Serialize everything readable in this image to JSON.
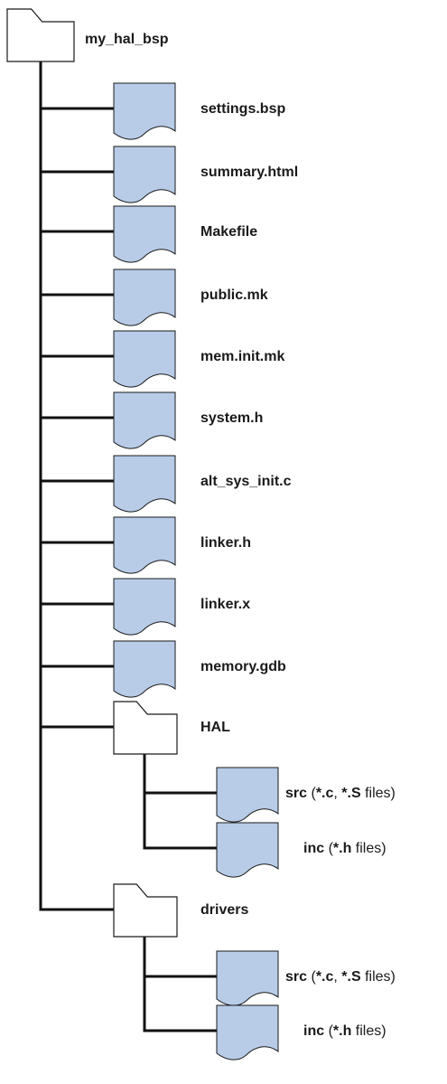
{
  "colors": {
    "file_fill": "#b8cce8",
    "folder_fill": "#ffffff",
    "stroke": "#1a1a1a",
    "branch_line": "#111111"
  },
  "tree": {
    "root": {
      "name": "my_hal_bsp",
      "icon": "folder-icon"
    },
    "files": [
      {
        "name": "settings.bsp",
        "icon": "file-icon"
      },
      {
        "name": "summary.html",
        "icon": "file-icon"
      },
      {
        "name": "Makefile",
        "icon": "file-icon"
      },
      {
        "name": "public.mk",
        "icon": "file-icon"
      },
      {
        "name": "mem.init.mk",
        "icon": "file-icon"
      },
      {
        "name": "system.h",
        "icon": "file-icon"
      },
      {
        "name": "alt_sys_init.c",
        "icon": "file-icon"
      },
      {
        "name": "linker.h",
        "icon": "file-icon"
      },
      {
        "name": "linker.x",
        "icon": "file-icon"
      },
      {
        "name": "memory.gdb",
        "icon": "file-icon"
      }
    ],
    "subfolders": [
      {
        "name": "HAL",
        "icon": "folder-icon",
        "children": [
          {
            "dir": "src",
            "open": " (",
            "ext1": "*.c",
            "sep": ", ",
            "ext2": "*.S",
            "suffix": " files)"
          },
          {
            "dir": "inc",
            "open": " (",
            "ext1": "*.h",
            "suffix": " files)"
          }
        ]
      },
      {
        "name": "drivers",
        "icon": "folder-icon",
        "children": [
          {
            "dir": "src",
            "open": " (",
            "ext1": "*.c",
            "sep": ", ",
            "ext2": "*.S",
            "suffix": " files)"
          },
          {
            "dir": "inc",
            "open": " (",
            "ext1": "*.h",
            "suffix": " files)"
          }
        ]
      }
    ]
  }
}
